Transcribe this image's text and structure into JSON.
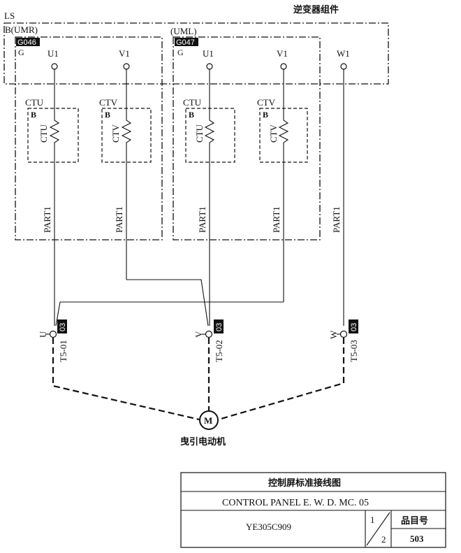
{
  "header": {
    "assembly_title": "逆变器组件"
  },
  "ls": {
    "label": "LS",
    "left_board": {
      "b_label": "B(UMR)",
      "code": "G046",
      "g_label": "G"
    },
    "right_board": {
      "b_label": "(UML)",
      "code": "G047",
      "g_label": "G"
    }
  },
  "terminals": [
    {
      "label": "U1"
    },
    {
      "label": "V1"
    },
    {
      "label": "U1"
    },
    {
      "label": "V1"
    },
    {
      "label": "W1"
    }
  ],
  "sensors": [
    {
      "name": "CTU",
      "b_label": "B",
      "coil": "CTU"
    },
    {
      "name": "CTV",
      "b_label": "B",
      "coil": "CTV"
    },
    {
      "name": "CTU",
      "b_label": "B",
      "coil": "CTU"
    },
    {
      "name": "CTV",
      "b_label": "B",
      "coil": "CTV"
    }
  ],
  "parts": [
    "PART1",
    "PART1",
    "PART1",
    "PART1",
    "PART1"
  ],
  "connectors": [
    {
      "phase": "U",
      "code": "T5-01",
      "tag": "03"
    },
    {
      "phase": "V",
      "code": "T5-02",
      "tag": "03"
    },
    {
      "phase": "W",
      "code": "T5-03",
      "tag": "03"
    }
  ],
  "motor": {
    "symbol": "M",
    "label": "曳引电动机"
  },
  "title_block": {
    "title_cn": "控制屏标准接线图",
    "title_en": "CONTROL PANEL E. W. D. MC. 05",
    "drawing_no": "YE305C909",
    "sheet": "1",
    "sheet_total": "2",
    "item_label": "品目号",
    "item_no": "503"
  }
}
